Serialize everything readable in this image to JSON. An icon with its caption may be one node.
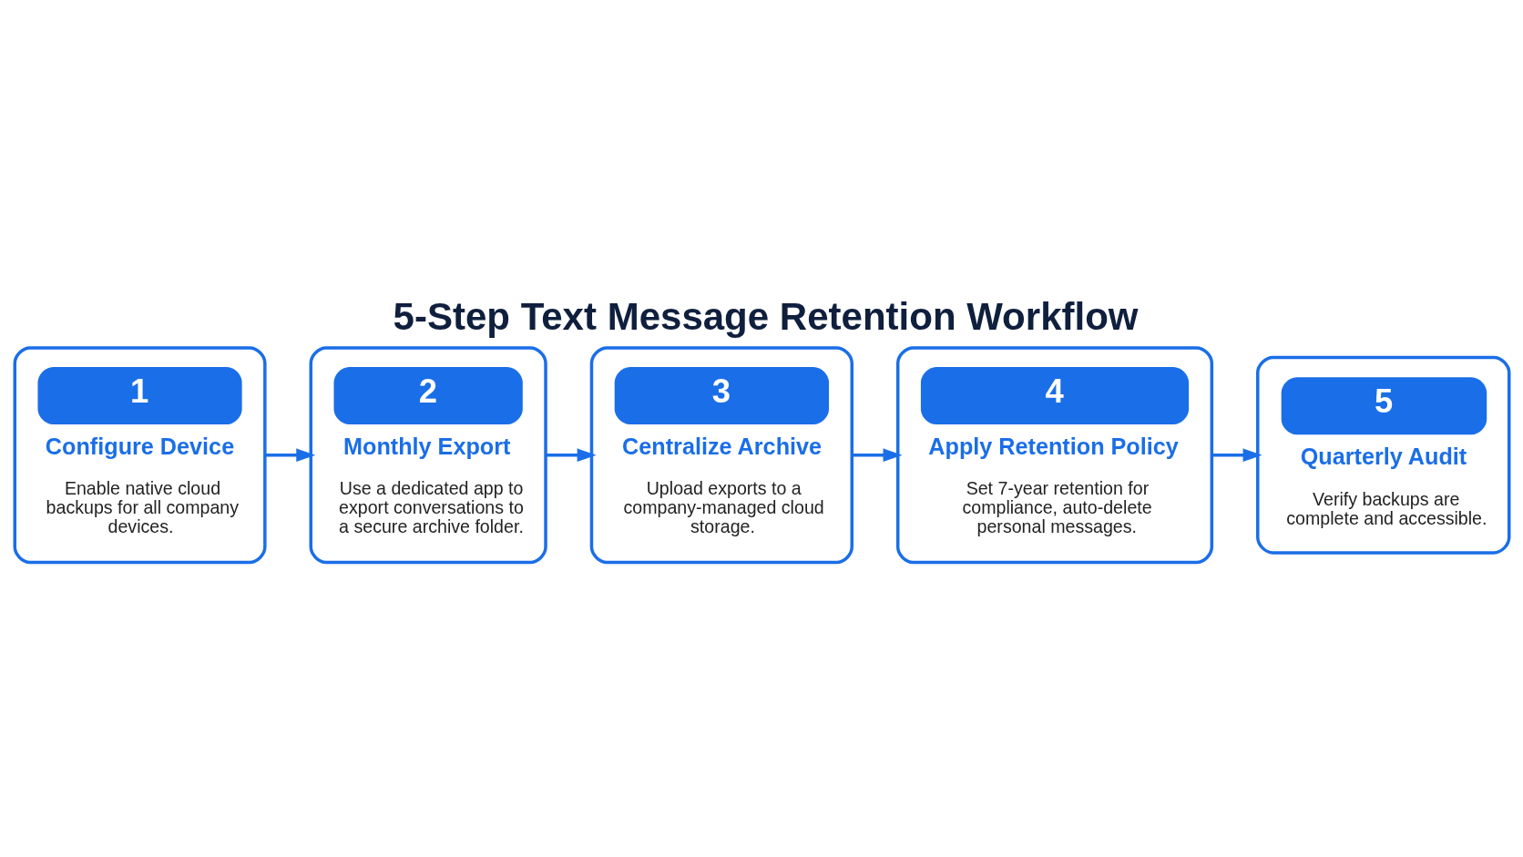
{
  "diagram": {
    "title": "5-Step Text Message Retention Workflow",
    "nodes": [
      {
        "text": [
          "1",
          "Configure Device",
          "Enable native cloud backups for all company devices."
        ]
      },
      {
        "text": [
          "2",
          "Monthly Export",
          "Use a dedicated app to export conversations to a secure archive folder."
        ]
      },
      {
        "text": [
          "3",
          "Centralize Archive",
          "Upload exports to a company-managed cloud storage."
        ]
      },
      {
        "text": [
          "4",
          "Apply Retention Policy",
          "Set 7-year retention for compliance, auto-delete personal messages."
        ]
      },
      {
        "text": [
          "5",
          "Quarterly Audit",
          "Verify backups are complete and accessible."
        ]
      }
    ],
    "edges": [
      {
        "from": 0,
        "to": 1,
        "arrow": "to"
      },
      {
        "from": 1,
        "to": 2,
        "arrow": "to"
      },
      {
        "from": 2,
        "to": 3,
        "arrow": "to"
      },
      {
        "from": 3,
        "to": 4,
        "arrow": "to"
      }
    ]
  }
}
